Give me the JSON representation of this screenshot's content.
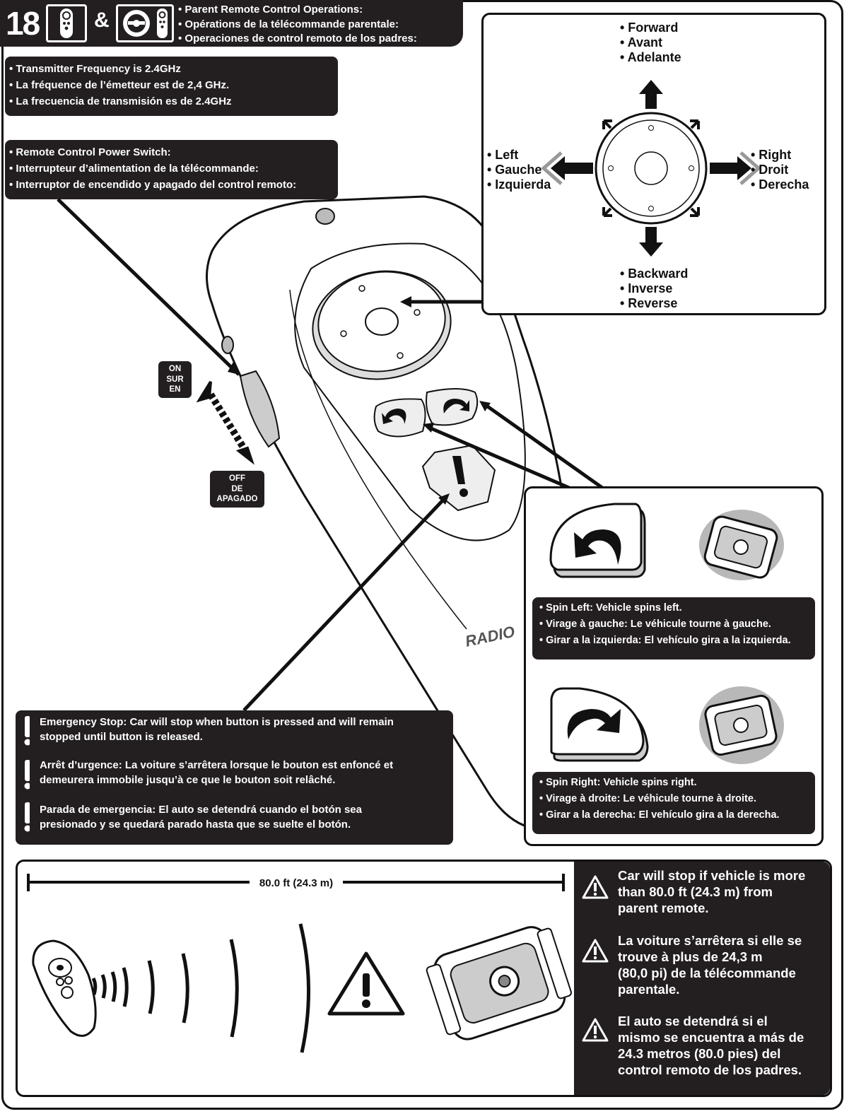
{
  "header": {
    "step_number": "18",
    "ampersand": "&",
    "title_lines": [
      "• Parent Remote Control Operations:",
      "• Opérations de la télécommande parentale:",
      "• Operaciones de control remoto de los padres:"
    ]
  },
  "frequency_box": {
    "lines": [
      "• Transmitter Frequency is 2.4GHz",
      "• La fréquence de l’émetteur est de 2,4 GHz.",
      "• La frecuencia de transmisión es de 2.4GHz"
    ]
  },
  "power_switch_box": {
    "lines": [
      "• Remote Control Power Switch:",
      "• Interrupteur d’alimentation de la télécommande:",
      "• Interruptor de encendido y apagado del control remoto:"
    ]
  },
  "switch_labels": {
    "on": [
      "ON",
      "SUR",
      "EN"
    ],
    "off": [
      "OFF",
      "DE",
      "APAGADO"
    ]
  },
  "directions": {
    "forward": [
      "• Forward",
      "• Avant",
      "• Adelante"
    ],
    "left": [
      "• Left",
      "• Gauche",
      "• Izquierda"
    ],
    "right": [
      "• Right",
      "• Droit",
      "• Derecha"
    ],
    "backward": [
      "• Backward",
      "• Inverse",
      "• Reverse"
    ]
  },
  "remote_brand": "RADIO",
  "spin_left": {
    "lines": [
      "• Spin Left: Vehicle spins left.",
      "• Virage à gauche: Le véhicule tourne à gauche.",
      "• Girar a la izquierda: El vehículo gira a la izquierda."
    ]
  },
  "spin_right": {
    "lines": [
      "• Spin Right: Vehicle spins right.",
      "• Virage à droite: Le véhicule tourne à droite.",
      "• Girar a la derecha: El vehículo gira a la derecha."
    ]
  },
  "emergency_stop": {
    "paragraphs": [
      [
        "Emergency Stop: Car will stop when button is pressed and will remain",
        "stopped until button is released."
      ],
      [
        "Arrêt d’urgence: La voiture s’arrêtera lorsque le bouton est enfoncé et",
        "demeurera immobile jusqu’à ce que le bouton soit relâché."
      ],
      [
        "Parada de emergencia: El auto se detendrá cuando el botón sea",
        "presionado y se quedará parado hasta que se suelte el botón."
      ]
    ]
  },
  "range": {
    "distance_label": "80.0 ft (24.3 m)"
  },
  "range_warnings": [
    [
      "Car will stop if vehicle is more",
      "than 80.0 ft (24.3 m) from",
      "parent remote."
    ],
    [
      "La voiture s’arrêtera si elle se",
      "trouve à plus de 24,3 m",
      "(80,0 pi) de la télécommande",
      "parentale."
    ],
    [
      "El auto se detendrá si el",
      "mismo se encuentra a más de",
      "24.3 metros (80.0 pies) del",
      "control remoto de los padres."
    ]
  ],
  "icons": [
    "remote-icon",
    "steering-remote-icon",
    "arrow-up-icon",
    "arrow-down-icon",
    "arrow-left-icon",
    "arrow-right-icon",
    "spin-left-icon",
    "spin-right-icon",
    "vehicle-icon",
    "warning-icon",
    "exclamation-icon",
    "signal-waves-icon"
  ]
}
